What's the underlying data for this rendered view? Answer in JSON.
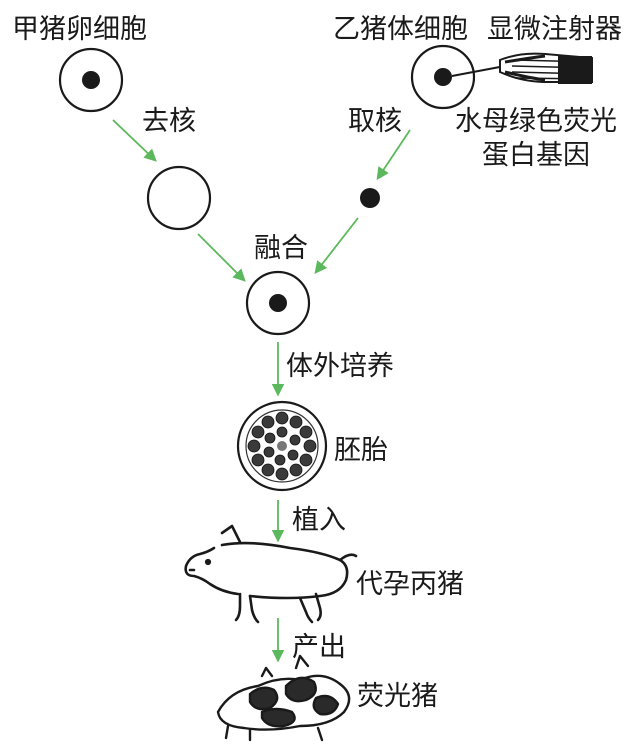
{
  "labels": {
    "egg_cell": "甲猪卵细胞",
    "somatic_cell": "乙猪体细胞",
    "microinjector": "显微注射器",
    "enucleation": "去核",
    "nucleus_removal": "取核",
    "gfp_gene_line1": "水母绿色荧光",
    "gfp_gene_line2": "蛋白基因",
    "fusion": "融合",
    "in_vitro_culture": "体外培养",
    "embryo": "胚胎",
    "implantation": "植入",
    "surrogate_pig": "代孕丙猪",
    "birth": "产出",
    "fluorescent_pigs": "荧光猪"
  },
  "colors": {
    "arrow": "#5cb85c",
    "ink": "#1a1a1a",
    "background": "#ffffff"
  }
}
